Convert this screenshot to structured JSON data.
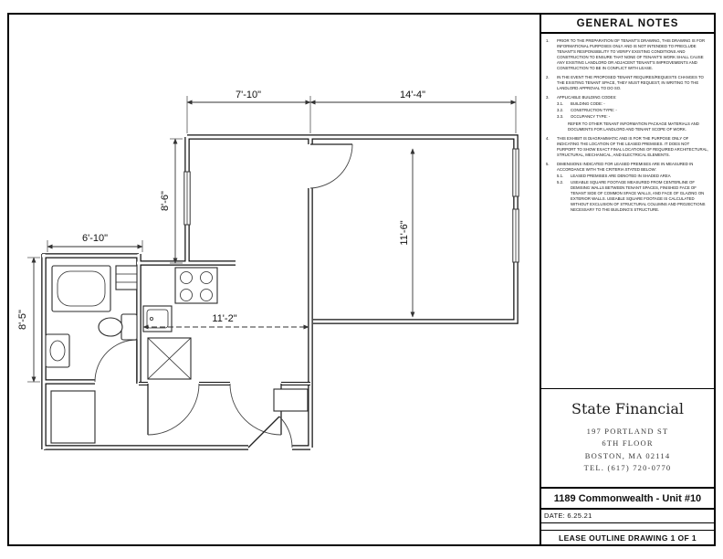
{
  "panel": {
    "notes_title": "GENERAL NOTES",
    "notes": [
      {
        "num": "1.",
        "text": "PRIOR TO THE PREPARATION OF TENANT'S DRAWING, THIS DRAWING IS FOR INFORMATIONAL PURPOSES ONLY AND IS NOT INTENDED TO PRECLUDE TENANT'S RESPONSIBILITY TO VERIFY EXISTING CONDITIONS AND CONSTRUCTION TO ENSURE THAT NONE OF TENANT'S WORK SHALL CAUSE ANY EXISTING LANDLORD OR ADJACENT TENANT'S IMPROVEMENTS AND CONSTRUCTION TO BE IN CONFLICT WITH LEASE."
      },
      {
        "num": "2.",
        "text": "IN THE EVENT THE PROPOSED TENANT REQUIRES/REQUESTS CHANGES TO THE EXISTING TENANT SPACE, THEY MUST REQUEST, IN WRITING TO THE LANDLORD APPROVAL TO DO SO."
      },
      {
        "num": "3.",
        "text": "APPLICABLE BUILDING CODES:",
        "subs": [
          {
            "num": "3.1.",
            "text": "BUILDING CODE:  -"
          },
          {
            "num": "3.2.",
            "text": "CONSTRUCTION TYPE:  -"
          },
          {
            "num": "3.3.",
            "text": "OCCUPANCY TYPE:  -"
          }
        ],
        "footnote": "REFER TO OTHER TENANT INFORMATION PACKAGE MATERIALS AND DOCUMENTS FOR LANDLORD AND TENANT SCOPE OF WORK."
      },
      {
        "num": "4.",
        "text": "THIS EXHIBIT IS DIAGRAMMATIC AND IS FOR THE PURPOSE ONLY OF INDICATING THE LOCATION OF THE LEASED PREMISES. IT DOES NOT PURPORT TO SHOW EXACT FINAL LOCATIONS OF REQUIRED ARCHITECTURAL, STRUCTURAL, MECHANICAL, AND ELECTRICAL ELEMENTS."
      },
      {
        "num": "5.",
        "text": "DIMENSIONS INDICATED FOR LEASED PREMISES ARE IN MEASURED IN ACCORDANCE WITH THE CRITERIA STATED BELOW:",
        "subs": [
          {
            "num": "5.1.",
            "text": "LEASED PREMISES ARE DENOTED IN SHADED AREA"
          },
          {
            "num": "5.2.",
            "text": "USEABLE SQUARE FOOTAGE MEASURED FROM CENTERLINE OF DEMISING WALLS BETWEEN TENANT SPACES, FINISHED FACE OF TENANT SIDE OF COMMON SPACE WALLS, AND FACE OF GLAZING ON EXTERIOR WALLS. USEABLE SQUARE FOOTAGE IS CALCULATED WITHOUT EXCLUSION OF STRUCTURAL COLUMNS AND PROJECTIONS NECESSARY TO THE BUILDING'S STRUCTURE."
          }
        ]
      }
    ],
    "company": {
      "name": "State Financial",
      "address": [
        "197 PORTLAND ST",
        "6TH FLOOR",
        "BOSTON, MA 02114",
        "TEL. (617) 720-0770"
      ]
    },
    "title": "1189 Commonwealth - Unit #10",
    "date_label": "DATE:",
    "date_value": "6.25.21",
    "footer": "LEASE OUTLINE DRAWING 1 OF 1"
  },
  "plan": {
    "dims": {
      "top_left": "7'-10\"",
      "top_right": "14'-4\"",
      "kitchen_height": "8'-6\"",
      "living_height": "11'-6\"",
      "bath_width": "6'-10\"",
      "bath_height": "8'-5\"",
      "dining_width": "11'-2\""
    }
  }
}
